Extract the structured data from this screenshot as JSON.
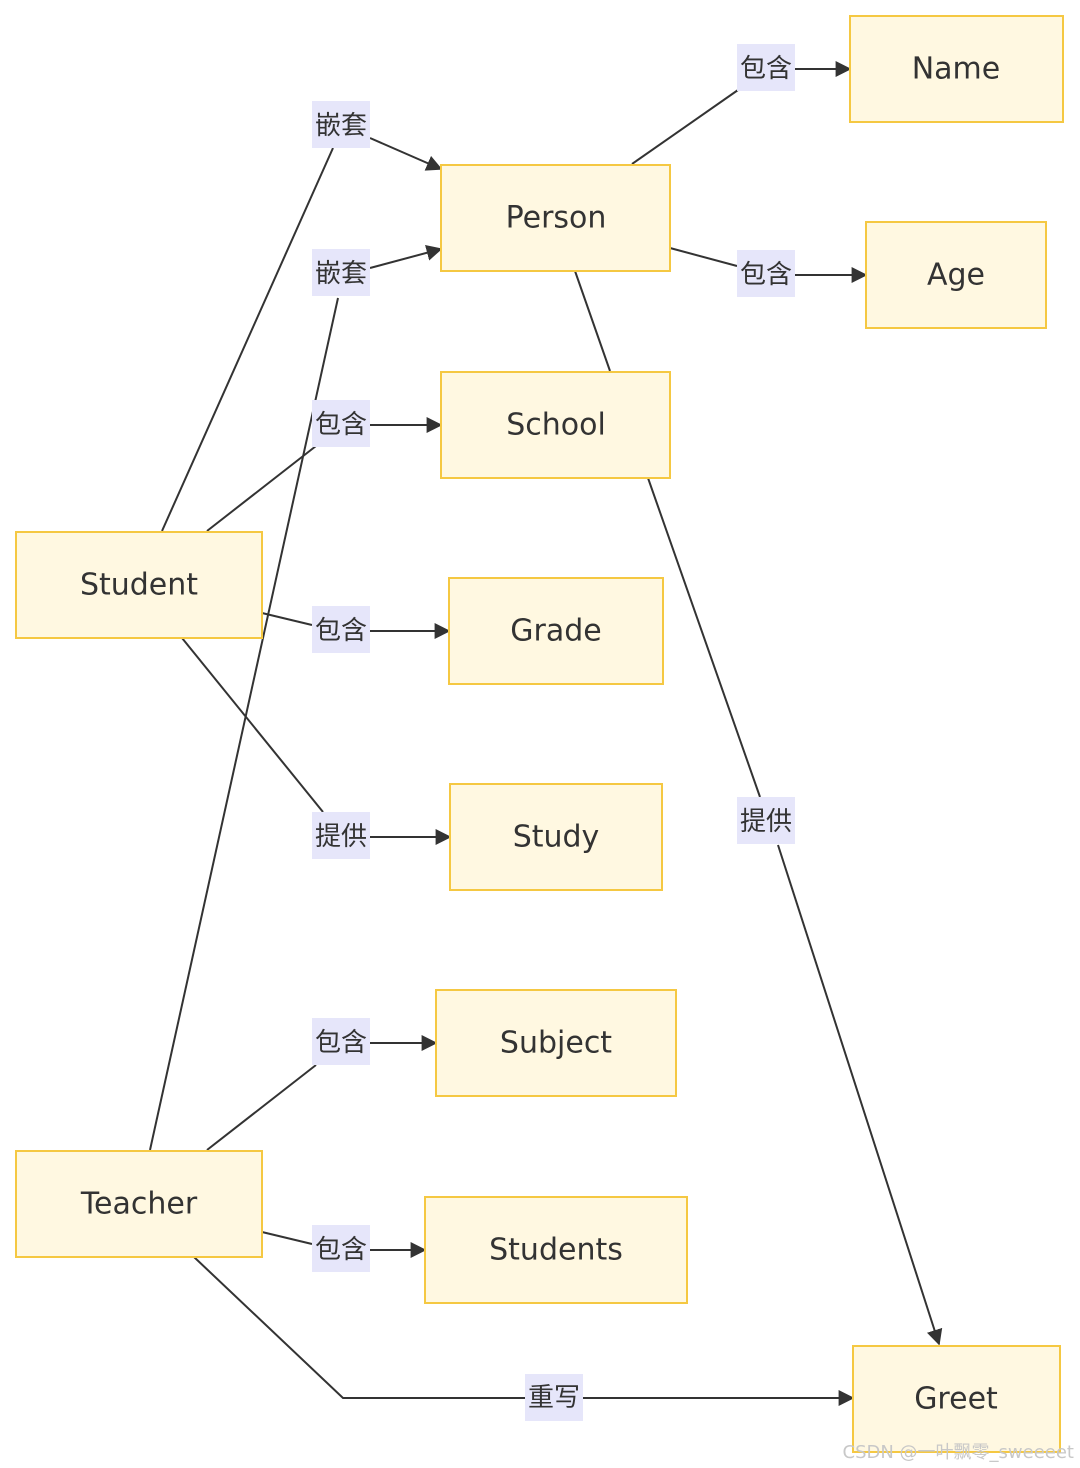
{
  "nodes": {
    "name": "Name",
    "person": "Person",
    "age": "Age",
    "school": "School",
    "student": "Student",
    "grade": "Grade",
    "study": "Study",
    "subject": "Subject",
    "teacher": "Teacher",
    "students": "Students",
    "greet": "Greet"
  },
  "edges": {
    "person_name": "包含",
    "person_age": "包含",
    "person_greet": "提供",
    "student_person": "嵌套",
    "teacher_person": "嵌套",
    "student_school": "包含",
    "student_grade": "包含",
    "student_study": "提供",
    "teacher_subject": "包含",
    "teacher_students": "包含",
    "teacher_greet": "重写"
  },
  "watermark": "CSDN @一叶飘零_sweeeet"
}
